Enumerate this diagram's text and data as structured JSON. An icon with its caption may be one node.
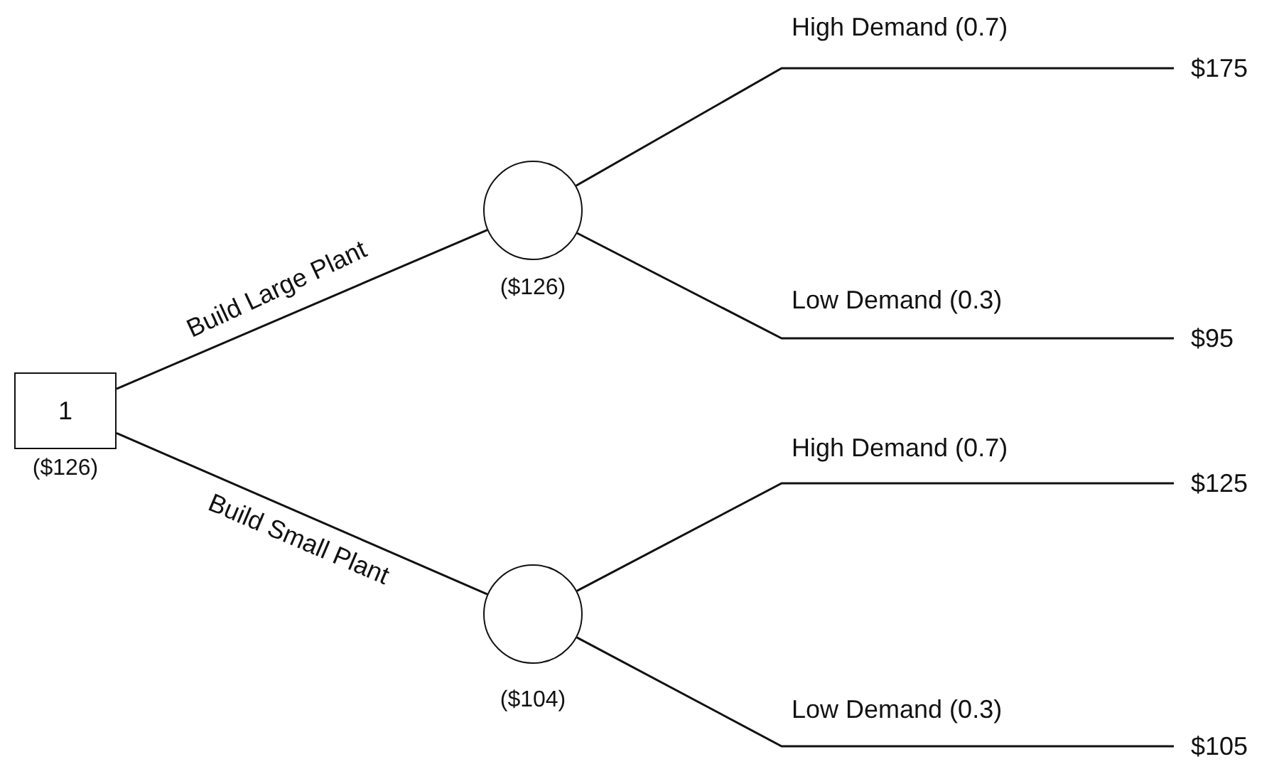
{
  "diagram": {
    "nodes": [
      {
        "text": [
          "1"
        ],
        "beside": [
          "($126)"
        ]
      },
      {
        "text": [],
        "shape": "circle",
        "beside": [
          "($126)"
        ]
      },
      {
        "text": [
          "$175"
        ]
      },
      {
        "text": [
          "$95"
        ]
      },
      {
        "text": [],
        "shape": "circle",
        "beside": [
          "($104)"
        ]
      },
      {
        "text": [
          "$125"
        ]
      },
      {
        "text": [
          "$105"
        ]
      }
    ],
    "edges": [
      {
        "from": 0,
        "to": 1,
        "arrow": "none",
        "label": "Build Large Plant"
      },
      {
        "from": 1,
        "to": 2,
        "arrow": "none",
        "label": "High Demand (0.7)"
      },
      {
        "from": 1,
        "to": 3,
        "arrow": "none",
        "label": "Low Demand (0.3)"
      },
      {
        "from": 0,
        "to": 4,
        "arrow": "none",
        "label": "Build Small Plant"
      },
      {
        "from": 4,
        "to": 5,
        "arrow": "none",
        "label": "High Demand (0.7)"
      },
      {
        "from": 4,
        "to": 6,
        "arrow": "none",
        "label": "Low Demand (0.3)"
      }
    ]
  }
}
